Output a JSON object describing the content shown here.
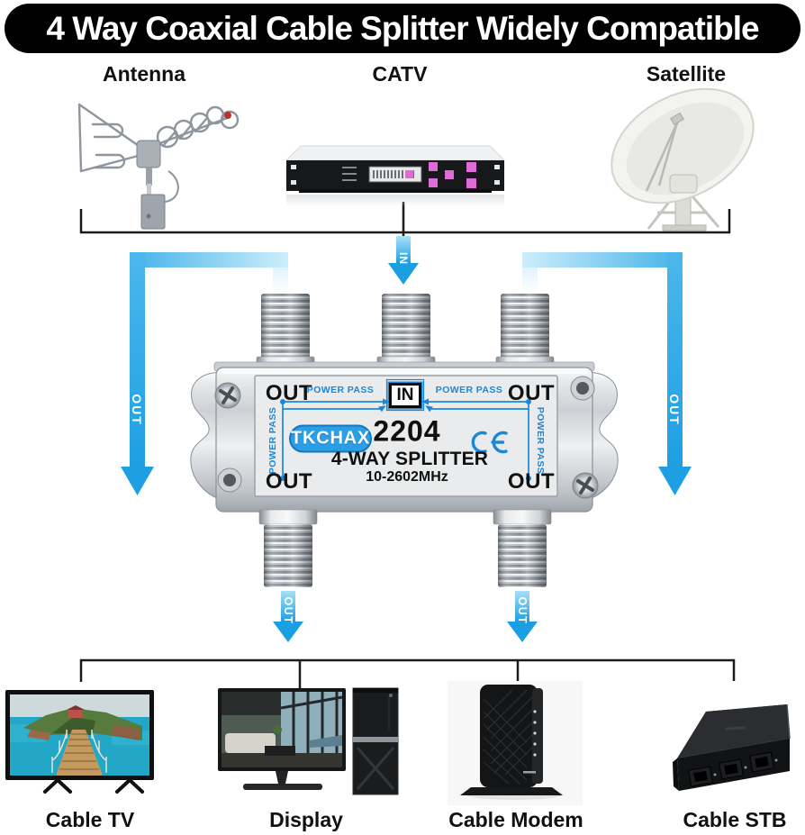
{
  "banner": {
    "title": "4 Way Coaxial Cable Splitter Widely Compatible"
  },
  "sources": {
    "antenna": "Antenna",
    "catv": "CATV",
    "satellite": "Satellite"
  },
  "outputs": {
    "cable_tv": "Cable TV",
    "display": "Display",
    "cable_modem": "Cable Modem",
    "cable_stb": "Cable STB"
  },
  "flow": {
    "in_label": "IN",
    "out_label": "OUT"
  },
  "splitter": {
    "brand": "TKCHAX",
    "model": "2204",
    "type": "4-WAY SPLITTER",
    "frequency": "10-2602MHz",
    "in_port": "IN",
    "out_port": "OUT",
    "power_pass": "POWER PASS"
  },
  "icons": {
    "ce_mark": "CE"
  },
  "colors": {
    "banner_bg": "#000000",
    "banner_text": "#ffffff",
    "arrow_blue_dark": "#1b9fe3",
    "arrow_blue_light": "#cdeefb",
    "accent_blue": "#1c87d8",
    "plate_bg": "#e9ebec"
  }
}
